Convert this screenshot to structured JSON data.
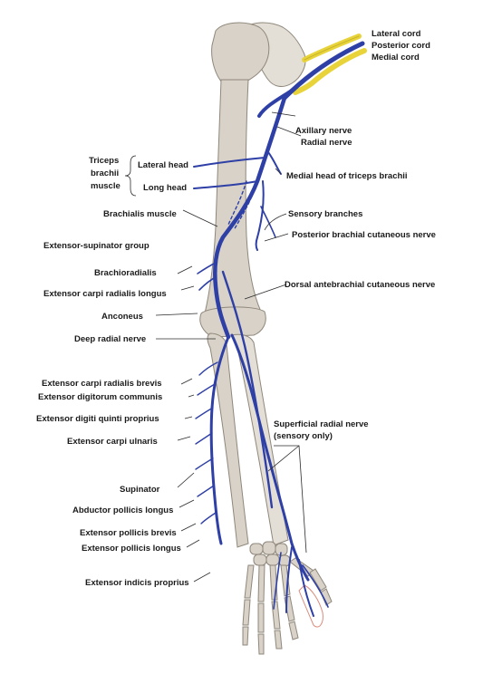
{
  "colors": {
    "nerve": "#2e3fa6",
    "cord_yellow": "#e8d43a",
    "bone": "#d8d2c8",
    "bone_outline": "#8f877b",
    "label": "#1a1a1a"
  },
  "labels": {
    "lateral_cord": "Lateral cord",
    "posterior_cord": "Posterior cord",
    "medial_cord": "Medial cord",
    "axillary_nerve": "Axillary nerve",
    "radial_nerve": "Radial nerve",
    "medial_head_triceps": "Medial head of triceps brachii",
    "triceps_line1": "Triceps",
    "triceps_line2": "brachii",
    "triceps_line3": "muscle",
    "lateral_head": "Lateral head",
    "long_head": "Long head",
    "brachialis": "Brachialis muscle",
    "sensory_branches": "Sensory branches",
    "extensor_supinator_group": "Extensor-supinator group",
    "posterior_brachial_cutaneous": "Posterior brachial cutaneous nerve",
    "brachioradialis": "Brachioradialis",
    "ecr_longus": "Extensor carpi radialis longus",
    "dorsal_antebrachial": "Dorsal antebrachial cutaneous nerve",
    "anconeus": "Anconeus",
    "deep_radial": "Deep radial nerve",
    "ecr_brevis": "Extensor carpi radialis brevis",
    "ext_digitorum": "Extensor digitorum communis",
    "ext_digiti_quinti": "Extensor digiti quinti proprius",
    "superficial_line1": "Superficial radial nerve",
    "superficial_line2": "(sensory only)",
    "ecu": "Extensor carpi ulnaris",
    "supinator": "Supinator",
    "apl": "Abductor pollicis longus",
    "epb": "Extensor pollicis brevis",
    "epl": "Extensor pollicis longus",
    "eip": "Extensor indicis proprius"
  }
}
